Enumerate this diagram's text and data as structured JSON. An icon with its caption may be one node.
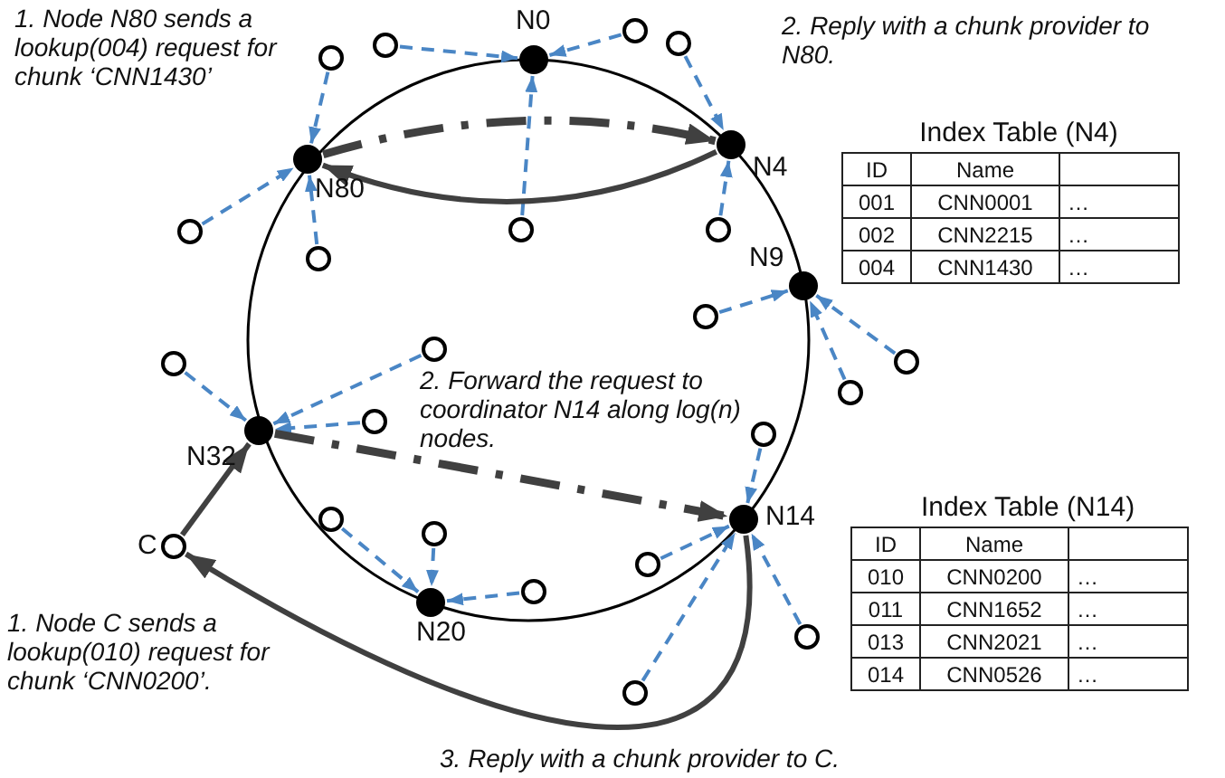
{
  "diagram": {
    "nodes": [
      {
        "text": [
          "N0"
        ]
      },
      {
        "text": [
          "N80"
        ]
      },
      {
        "text": [
          "N4"
        ]
      },
      {
        "text": [
          "N9"
        ]
      },
      {
        "text": [
          "N32"
        ]
      },
      {
        "text": [
          "N14"
        ]
      },
      {
        "text": [
          "C"
        ]
      },
      {
        "text": [
          "N20"
        ]
      },
      {
        "text": [],
        "shape": "circle"
      },
      {
        "text": [],
        "shape": "circle"
      },
      {
        "text": [],
        "shape": "circle"
      },
      {
        "text": [],
        "shape": "circle"
      },
      {
        "text": [],
        "shape": "circle"
      },
      {
        "text": [],
        "shape": "circle"
      },
      {
        "text": [],
        "shape": "circle"
      },
      {
        "text": [],
        "shape": "circle"
      },
      {
        "text": [],
        "shape": "circle"
      },
      {
        "text": [],
        "shape": "circle"
      },
      {
        "text": [],
        "shape": "circle"
      },
      {
        "text": [],
        "shape": "circle"
      },
      {
        "text": [],
        "shape": "circle"
      },
      {
        "text": [],
        "shape": "circle"
      },
      {
        "text": [],
        "shape": "circle"
      },
      {
        "text": [],
        "shape": "circle"
      },
      {
        "text": [],
        "shape": "circle"
      },
      {
        "text": [],
        "shape": "circle"
      },
      {
        "text": [],
        "shape": "circle"
      },
      {
        "text": [],
        "shape": "circle"
      },
      {
        "text": [],
        "shape": "circle"
      }
    ],
    "edges": [
      {
        "from": 8,
        "to": 0,
        "arrow": "to",
        "style": "dashed"
      },
      {
        "from": 9,
        "to": 2,
        "arrow": "to",
        "style": "dashed"
      },
      {
        "from": 10,
        "to": 0,
        "arrow": "to",
        "style": "dashed"
      },
      {
        "from": 11,
        "to": 1,
        "arrow": "to",
        "style": "dashed"
      },
      {
        "from": 12,
        "to": 1,
        "arrow": "to",
        "style": "dashed"
      },
      {
        "from": 13,
        "to": 0,
        "arrow": "to",
        "style": "dashed"
      },
      {
        "from": 14,
        "to": 2,
        "arrow": "to",
        "style": "dashed"
      },
      {
        "from": 15,
        "to": 1,
        "arrow": "to",
        "style": "dashed"
      },
      {
        "from": 16,
        "to": 3,
        "arrow": "to",
        "style": "dashed"
      },
      {
        "from": 17,
        "to": 4,
        "arrow": "to",
        "style": "dashed"
      },
      {
        "from": 18,
        "to": 3,
        "arrow": "to",
        "style": "dashed"
      },
      {
        "from": 19,
        "to": 4,
        "arrow": "to",
        "style": "dashed"
      },
      {
        "from": 20,
        "to": 3,
        "arrow": "to",
        "style": "dashed"
      },
      {
        "from": 21,
        "to": 4,
        "arrow": "to",
        "style": "dashed"
      },
      {
        "from": 22,
        "to": 5,
        "arrow": "to",
        "style": "dashed"
      },
      {
        "from": 23,
        "to": 7,
        "arrow": "to",
        "style": "dashed"
      },
      {
        "from": 24,
        "to": 7,
        "arrow": "to",
        "style": "dashed"
      },
      {
        "from": 25,
        "to": 5,
        "arrow": "to",
        "style": "dashed"
      },
      {
        "from": 26,
        "to": 7,
        "arrow": "to",
        "style": "dashed"
      },
      {
        "from": 27,
        "to": 5,
        "arrow": "to",
        "style": "dashed"
      },
      {
        "from": 28,
        "to": 5,
        "arrow": "to",
        "style": "dashed"
      },
      {
        "from": 1,
        "to": 2,
        "arrow": "to",
        "style": "dashed",
        "color": "#404040"
      },
      {
        "from": 2,
        "to": 1,
        "arrow": "to",
        "color": "#404040"
      },
      {
        "from": 6,
        "to": 4,
        "arrow": "to",
        "color": "#404040"
      },
      {
        "from": 4,
        "to": 5,
        "arrow": "to",
        "style": "dashed",
        "color": "#404040"
      },
      {
        "from": 5,
        "to": 6,
        "arrow": "to",
        "color": "#404040"
      }
    ],
    "labels": [
      "1. Node N80 sends a lookup(004) request for chunk ‘CNN1430’",
      "2. Reply with a chunk provider to N80.",
      "2. Forward the request to coordinator N14 along log(n) nodes.",
      "1. Node C sends a lookup(010) request for chunk ‘CNN0200’.",
      "3. Reply with a chunk provider to C.",
      "Index Table (N4)",
      "ID",
      "Name",
      "001",
      "CNN0001",
      "…",
      "002",
      "CNN2215",
      "…",
      "004",
      "CNN1430",
      "…",
      "Index Table (N14)",
      "ID",
      "Name",
      "010",
      "CNN0200",
      "…",
      "011",
      "CNN1652",
      "…",
      "013",
      "CNN2021",
      "…",
      "014",
      "CNN0526",
      "…"
    ]
  }
}
